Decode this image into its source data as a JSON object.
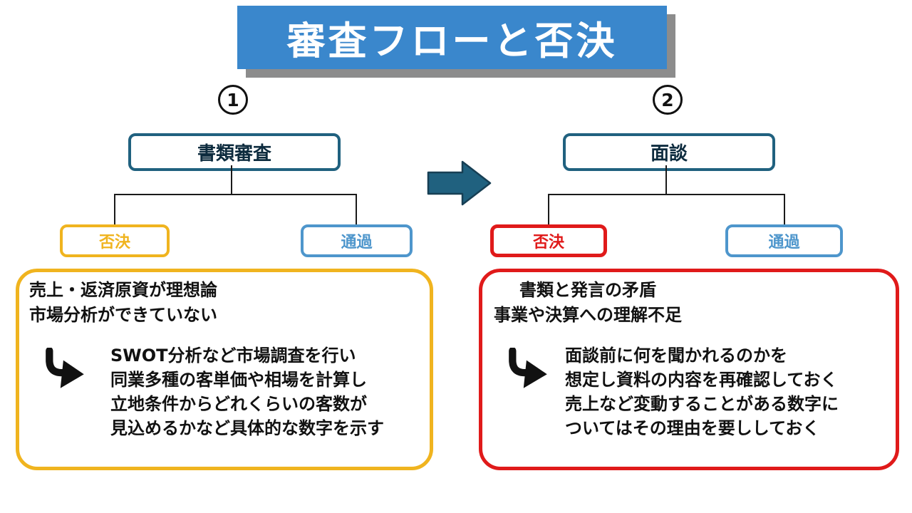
{
  "title": "審査フローと否決",
  "colors": {
    "banner_bg": "#3A87CC",
    "banner_shadow": "#8C8C8C",
    "stage_border": "#20617F",
    "stage_text": "#0D2B3E",
    "arrow_fill": "#20617F",
    "arrow_edge": "#173F54",
    "reject1": "#F0B41F",
    "reject2": "#E01A1A",
    "pass": "#4E96CC",
    "line": "#1A1A1A",
    "text": "#111111"
  },
  "sections": [
    {
      "number": "1",
      "stage_label": "書類審査",
      "reject_label": "否決",
      "pass_label": "通過",
      "note": {
        "problem_lines": [
          "売上・返済原資が理想論",
          "市場分析ができていない"
        ],
        "advice_lines": [
          "SWOT分析など市場調査を行い",
          "同業多種の客単価や相場を計算し",
          "立地条件からどれくらいの客数が",
          "見込めるかなど具体的な数字を示す"
        ]
      }
    },
    {
      "number": "2",
      "stage_label": "面談",
      "reject_label": "否決",
      "pass_label": "通過",
      "note": {
        "problem_lines": [
          "書類と発言の矛盾",
          "事業や決算への理解不足"
        ],
        "advice_lines": [
          "面談前に何を聞かれるのかを",
          "想定し資料の内容を再確認しておく",
          "売上など変動することがある数字に",
          "ついてはその理由を要ししておく"
        ]
      }
    }
  ]
}
